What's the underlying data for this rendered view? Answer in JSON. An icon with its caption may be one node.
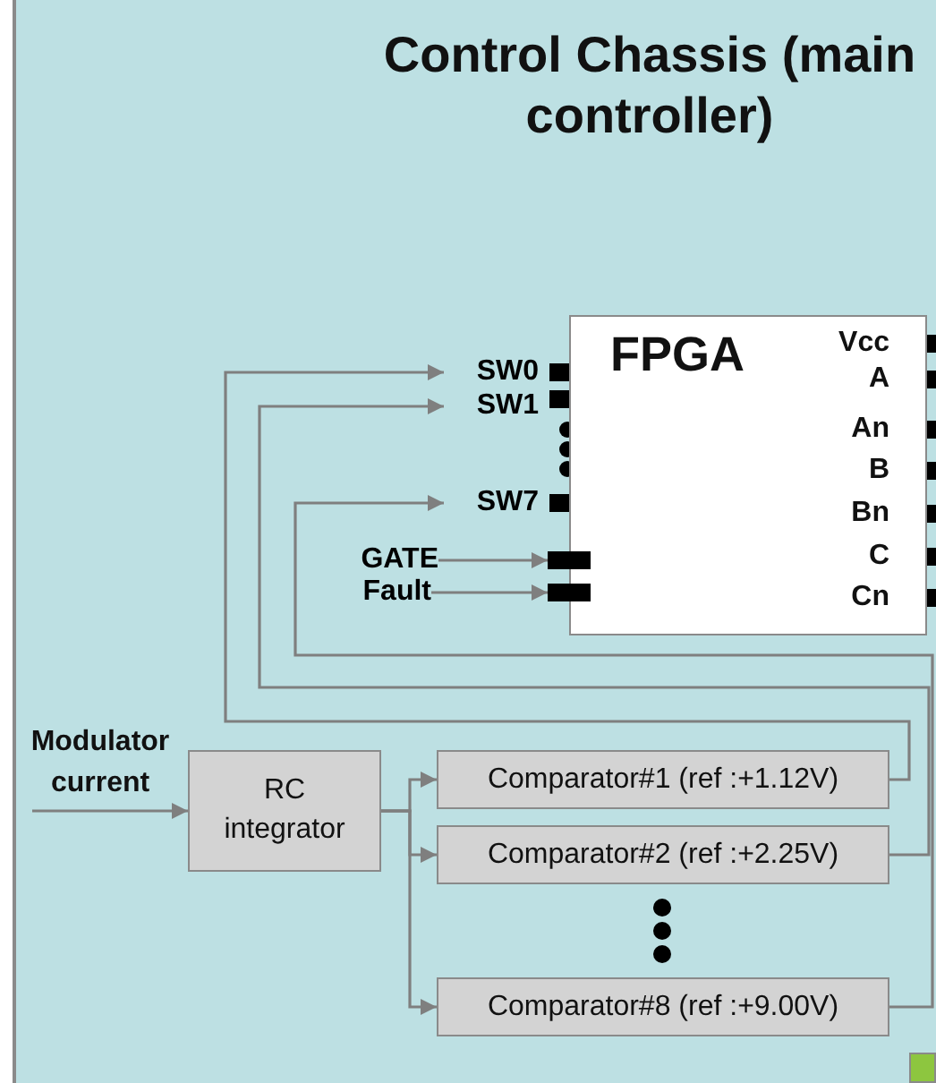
{
  "diagram": {
    "nodes": [
      {
        "text": [
          "Control Chassis (main controller)"
        ]
      },
      {
        "text": [
          "FPGA"
        ],
        "in": 0
      },
      {
        "text": [
          "SW0"
        ],
        "in": 0
      },
      {
        "text": [
          "SW1"
        ],
        "in": 0
      },
      {
        "text": [
          "SW7"
        ],
        "in": 0
      },
      {
        "text": [
          "GATE"
        ],
        "in": 0
      },
      {
        "text": [],
        "shape": "bar",
        "in": 0
      },
      {
        "text": [
          "Fault"
        ],
        "in": 0
      },
      {
        "text": [],
        "shape": "bar",
        "in": 0
      },
      {
        "text": [
          "RC integrator"
        ],
        "in": 0
      },
      {
        "text": [
          "Comparator#1 (ref :+1.12V)"
        ],
        "in": 0
      },
      {
        "text": [
          "Comparator#2 (ref :+2.25V)"
        ],
        "in": 0
      },
      {
        "text": [
          "Comparator#8 (ref :+9.00V)"
        ],
        "in": 0
      },
      {
        "text": [],
        "shape": "box",
        "in": 0
      }
    ],
    "edges": [
      {
        "from": null,
        "to": 9,
        "arrow": "to",
        "label": "Modulator current"
      },
      {
        "from": 9,
        "to": 10,
        "arrow": "to"
      },
      {
        "from": 9,
        "to": 11,
        "arrow": "to"
      },
      {
        "from": 9,
        "to": 12,
        "arrow": "to"
      },
      {
        "from": 10,
        "to": 2,
        "arrow": "to"
      },
      {
        "from": 11,
        "to": 3,
        "arrow": "to"
      },
      {
        "from": 12,
        "to": 4,
        "arrow": "to"
      },
      {
        "from": 5,
        "to": 6,
        "arrow": "to"
      },
      {
        "from": 7,
        "to": 8,
        "arrow": "to"
      }
    ],
    "labels": [
      "Vcc",
      "A",
      "An",
      "B",
      "Bn",
      "C",
      "Cn"
    ]
  }
}
